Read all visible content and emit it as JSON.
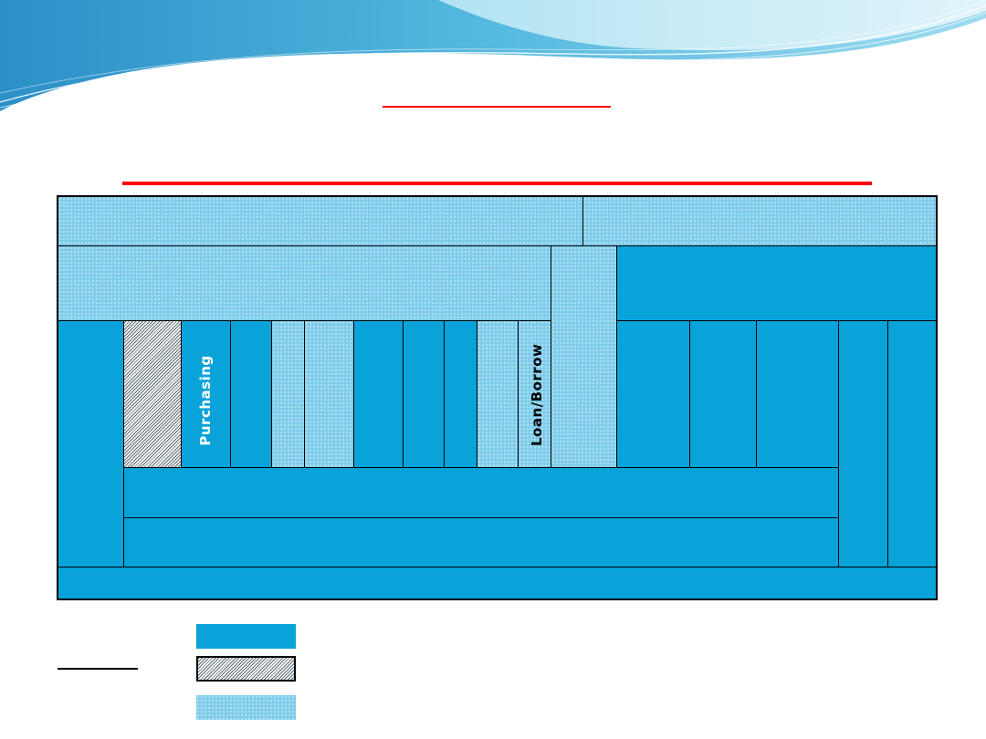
{
  "slide": {
    "title": "",
    "subtitle": ""
  },
  "diagram": {
    "labels": {
      "purchasing": "Purchasing",
      "loan_borrow": "Loan/Borrow"
    },
    "colors": {
      "solid": "#0aa3d9",
      "dotted": "#7fccea",
      "hatched": "#5a6b73",
      "accent_line": "#ff0000"
    }
  },
  "legend": {
    "heading": "",
    "items": [
      {
        "style": "solid",
        "label": ""
      },
      {
        "style": "hatched",
        "label": ""
      },
      {
        "style": "dotted",
        "label": ""
      }
    ]
  }
}
